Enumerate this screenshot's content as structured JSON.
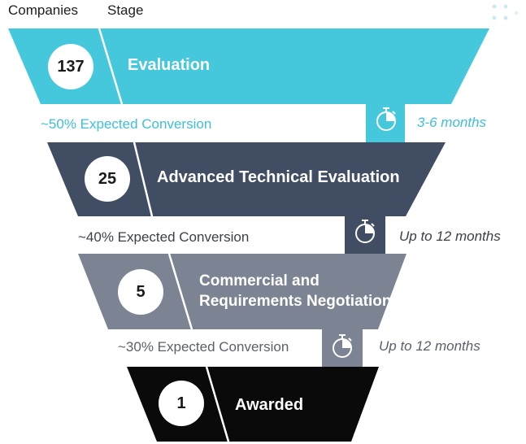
{
  "header": {
    "companies_label": "Companies",
    "stage_label": "Stage"
  },
  "stages": [
    {
      "count": "137",
      "name": "Evaluation",
      "color": "#45c7dc"
    },
    {
      "count": "25",
      "name": "Advanced Technical Evaluation",
      "color": "#414d62"
    },
    {
      "count": "5",
      "name_line1": "Commercial and",
      "name_line2": "Requirements Negotiation",
      "color": "#7c8392"
    },
    {
      "count": "1",
      "name": "Awarded",
      "color": "#0a0a0a"
    }
  ],
  "transitions": [
    {
      "conversion": "~50% Expected Conversion",
      "duration": "3-6 months",
      "text_color": "#3ebfd6",
      "icon": "stopwatch-icon"
    },
    {
      "conversion": "~40% Expected Conversion",
      "duration": "Up to 12 months",
      "text_color": "#3b3f48",
      "icon": "stopwatch-icon"
    },
    {
      "conversion": "~30% Expected Conversion",
      "duration": "Up to 12 months",
      "text_color": "#5b606b",
      "icon": "stopwatch-icon"
    }
  ]
}
